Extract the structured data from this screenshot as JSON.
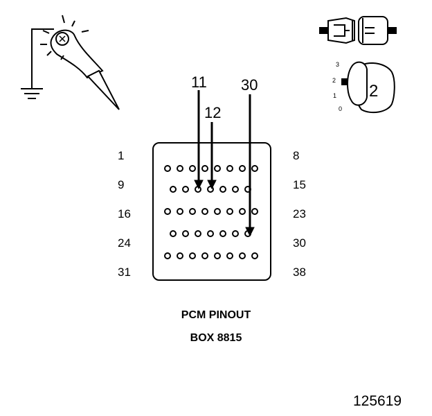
{
  "diagram": {
    "title": "PCM PINOUT",
    "subtitle": "BOX 8815",
    "figure_number": "125619",
    "left_labels": [
      "1",
      "9",
      "16",
      "24",
      "31"
    ],
    "right_labels": [
      "8",
      "15",
      "23",
      "30",
      "38"
    ],
    "pin_callouts": [
      "11",
      "12",
      "30"
    ],
    "rows": [
      {
        "first_pin": 1,
        "pin_count": 8
      },
      {
        "first_pin": 9,
        "pin_count": 7
      },
      {
        "first_pin": 16,
        "pin_count": 8
      },
      {
        "first_pin": 24,
        "pin_count": 7
      },
      {
        "first_pin": 31,
        "pin_count": 8
      }
    ],
    "ignition_positions": [
      "3",
      "2",
      "1",
      "0"
    ],
    "ignition_selected": "2",
    "icons": [
      "test-lamp-icon",
      "connector-icon",
      "ignition-key-icon"
    ]
  }
}
